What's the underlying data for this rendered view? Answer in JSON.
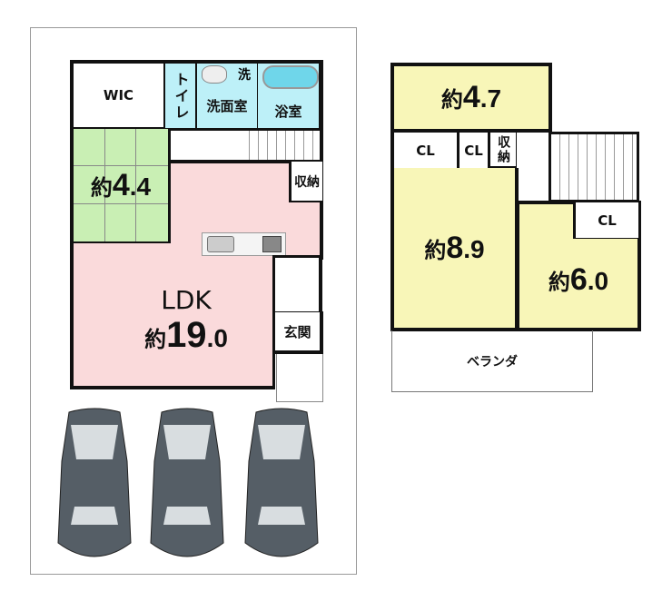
{
  "floor1": {
    "wic": "WIC",
    "toilet": "トイレ",
    "wash_sink": "洗",
    "washroom": "洗面室",
    "bath": "浴室",
    "tatami": {
      "prefix": "約",
      "int": "4",
      "dec": ".4"
    },
    "storage": "収納",
    "ldk": {
      "label": "LDK",
      "prefix": "約",
      "int": "19",
      "dec": ".0"
    },
    "entrance": "玄関"
  },
  "floor2": {
    "room_a": {
      "prefix": "約",
      "int": "4",
      "dec": ".7"
    },
    "closet1": "CL",
    "closet2": "CL",
    "storage": "収納",
    "room_b": {
      "prefix": "約",
      "int": "8",
      "dec": ".9"
    },
    "room_c": {
      "prefix": "約",
      "int": "6",
      "dec": ".0"
    },
    "closet3": "CL",
    "balcony": "ベランダ"
  },
  "colors": {
    "ldk": "#fadadb",
    "tatami": "#c9efb4",
    "wet": "#bdf0f8",
    "bedroom": "#f8f6b8",
    "car": "#555e66"
  }
}
